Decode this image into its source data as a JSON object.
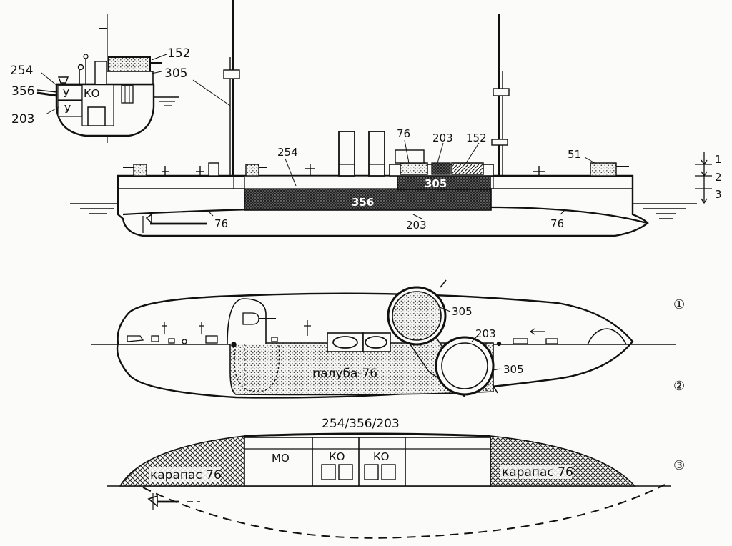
{
  "section": {
    "labels": {
      "a254": "254",
      "a356": "356",
      "a203": "203",
      "a152": "152",
      "a305": "305",
      "u1": "У",
      "u2": "У",
      "ko": "КО"
    }
  },
  "profile": {
    "labels": {
      "l76_gun": "76",
      "l203": "203",
      "l152": "152",
      "l254": "254",
      "l51": "51",
      "l305": "305",
      "l356": "356",
      "l76_fore": "76",
      "l203_low": "203",
      "l76_aft": "76"
    },
    "levels": [
      "1",
      "2",
      "3"
    ]
  },
  "plan": {
    "labels": {
      "l305_top": "305",
      "l203": "203",
      "l305_low": "305",
      "deck": "палуба-76"
    }
  },
  "waterline": {
    "labels": {
      "belt": "254/356/203",
      "mo": "МО",
      "ko1": "КО",
      "ko2": "КО",
      "carapace_left": "карапас 76",
      "carapace_right": "карапас 76"
    }
  },
  "markers": [
    "①",
    "②",
    "③"
  ]
}
